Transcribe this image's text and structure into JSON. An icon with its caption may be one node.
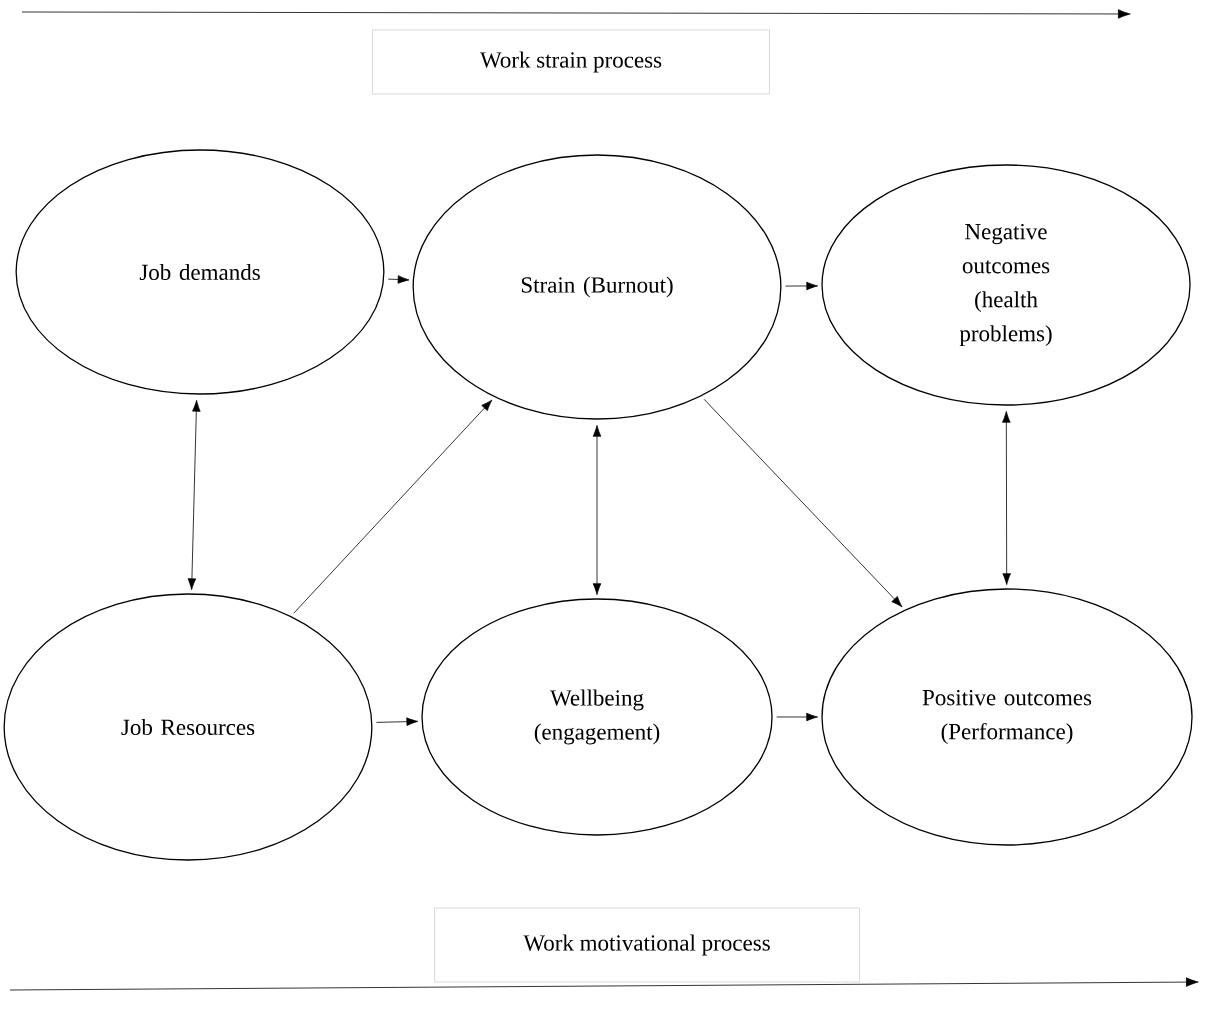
{
  "diagram": {
    "nodes": [
      {
        "text": [
          "Work strain process"
        ]
      },
      {
        "text": [
          "Job demands"
        ]
      },
      {
        "text": [
          "Strain (Burnout)"
        ]
      },
      {
        "text": [
          "Negative outcomes (health problems)"
        ]
      },
      {
        "text": [
          "Job Resources"
        ]
      },
      {
        "text": [
          "Wellbeing (engagement)"
        ]
      },
      {
        "text": [
          "Positive outcomes (Performance)"
        ]
      },
      {
        "text": [
          "Work motivational process"
        ]
      }
    ],
    "edges": [
      {
        "from": 1,
        "to": 2,
        "arrow": "to"
      },
      {
        "from": 2,
        "to": 3,
        "arrow": "to"
      },
      {
        "from": 1,
        "to": 4,
        "arrow": "both"
      },
      {
        "from": 4,
        "to": 2,
        "arrow": "to"
      },
      {
        "from": 2,
        "to": 5,
        "arrow": "both"
      },
      {
        "from": 2,
        "to": 6,
        "arrow": "to"
      },
      {
        "from": 3,
        "to": 6,
        "arrow": "both"
      },
      {
        "from": 4,
        "to": 5,
        "arrow": "to"
      },
      {
        "from": 5,
        "to": 6,
        "arrow": "to"
      }
    ]
  }
}
